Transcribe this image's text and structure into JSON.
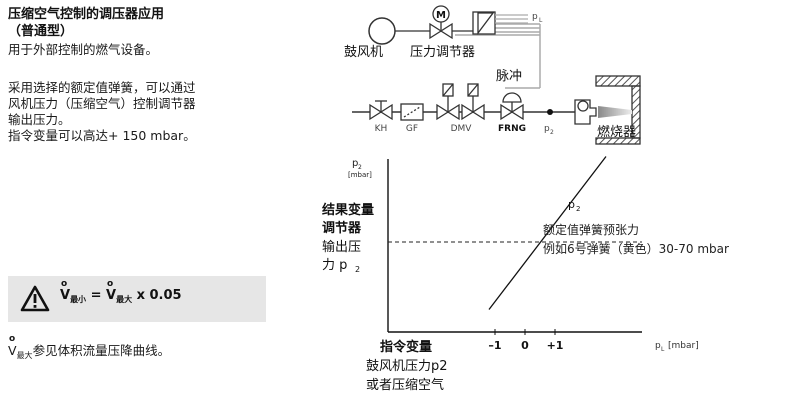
{
  "left": {
    "title_line1": "压缩空气控制的调压器应用",
    "title_line2": "（普通型）",
    "desc1": "用于外部控制的燃气设备。",
    "para_lines": [
      "采用选择的额定值弹簧，可以通过",
      "风机压力（压缩空气）控制调节器",
      "输出压力。",
      "指令变量可以高达+ 150 mbar。"
    ],
    "warning": {
      "v": "V",
      "min_sub": "最小",
      "max_sub": "最大",
      "equals": " = ",
      "factor": " x 0.05"
    },
    "note": {
      "v": "V",
      "sub": "最大",
      "text": "参见体积流量压降曲线。"
    }
  },
  "diagram": {
    "pL": "p",
    "pL_sub": "L",
    "blower": "鼓风机",
    "regulator": "压力调节器",
    "pulse": "脉冲",
    "kh": "KH",
    "gf": "GF",
    "dmv": "DMV",
    "frng": "FRNG",
    "p2": "p",
    "p2_sub": "2",
    "burner": "燃烧器",
    "motor": "M"
  },
  "chart_data": {
    "type": "line",
    "y_unit_sym": "p",
    "y_unit_sub": "2",
    "y_unit_bracket": "[mbar]",
    "y_label_lines": [
      "结果变量",
      "调节器",
      "输出压",
      "力 p"
    ],
    "y_label_p2_sub": "2",
    "series_label": "p",
    "series_label_sub": "2",
    "annotation_lines": [
      "额定值弹簧预张力",
      "例如6号弹簧（黄色）30-70 mbar"
    ],
    "x_ticks": [
      "–1",
      "0",
      "+1"
    ],
    "x_tick_values": [
      -1,
      0,
      1
    ],
    "x_unit": "p",
    "x_unit_sub": "L",
    "x_unit_bracket": "[mbar]",
    "x_label_lines": [
      "指令变量",
      "鼓风机压力p2",
      "或者压缩空气"
    ],
    "line_points": [
      {
        "x": -1.2,
        "y": 0.25
      },
      {
        "x": 2.7,
        "y": 1.95
      }
    ],
    "setpoint_y": 1.0
  }
}
